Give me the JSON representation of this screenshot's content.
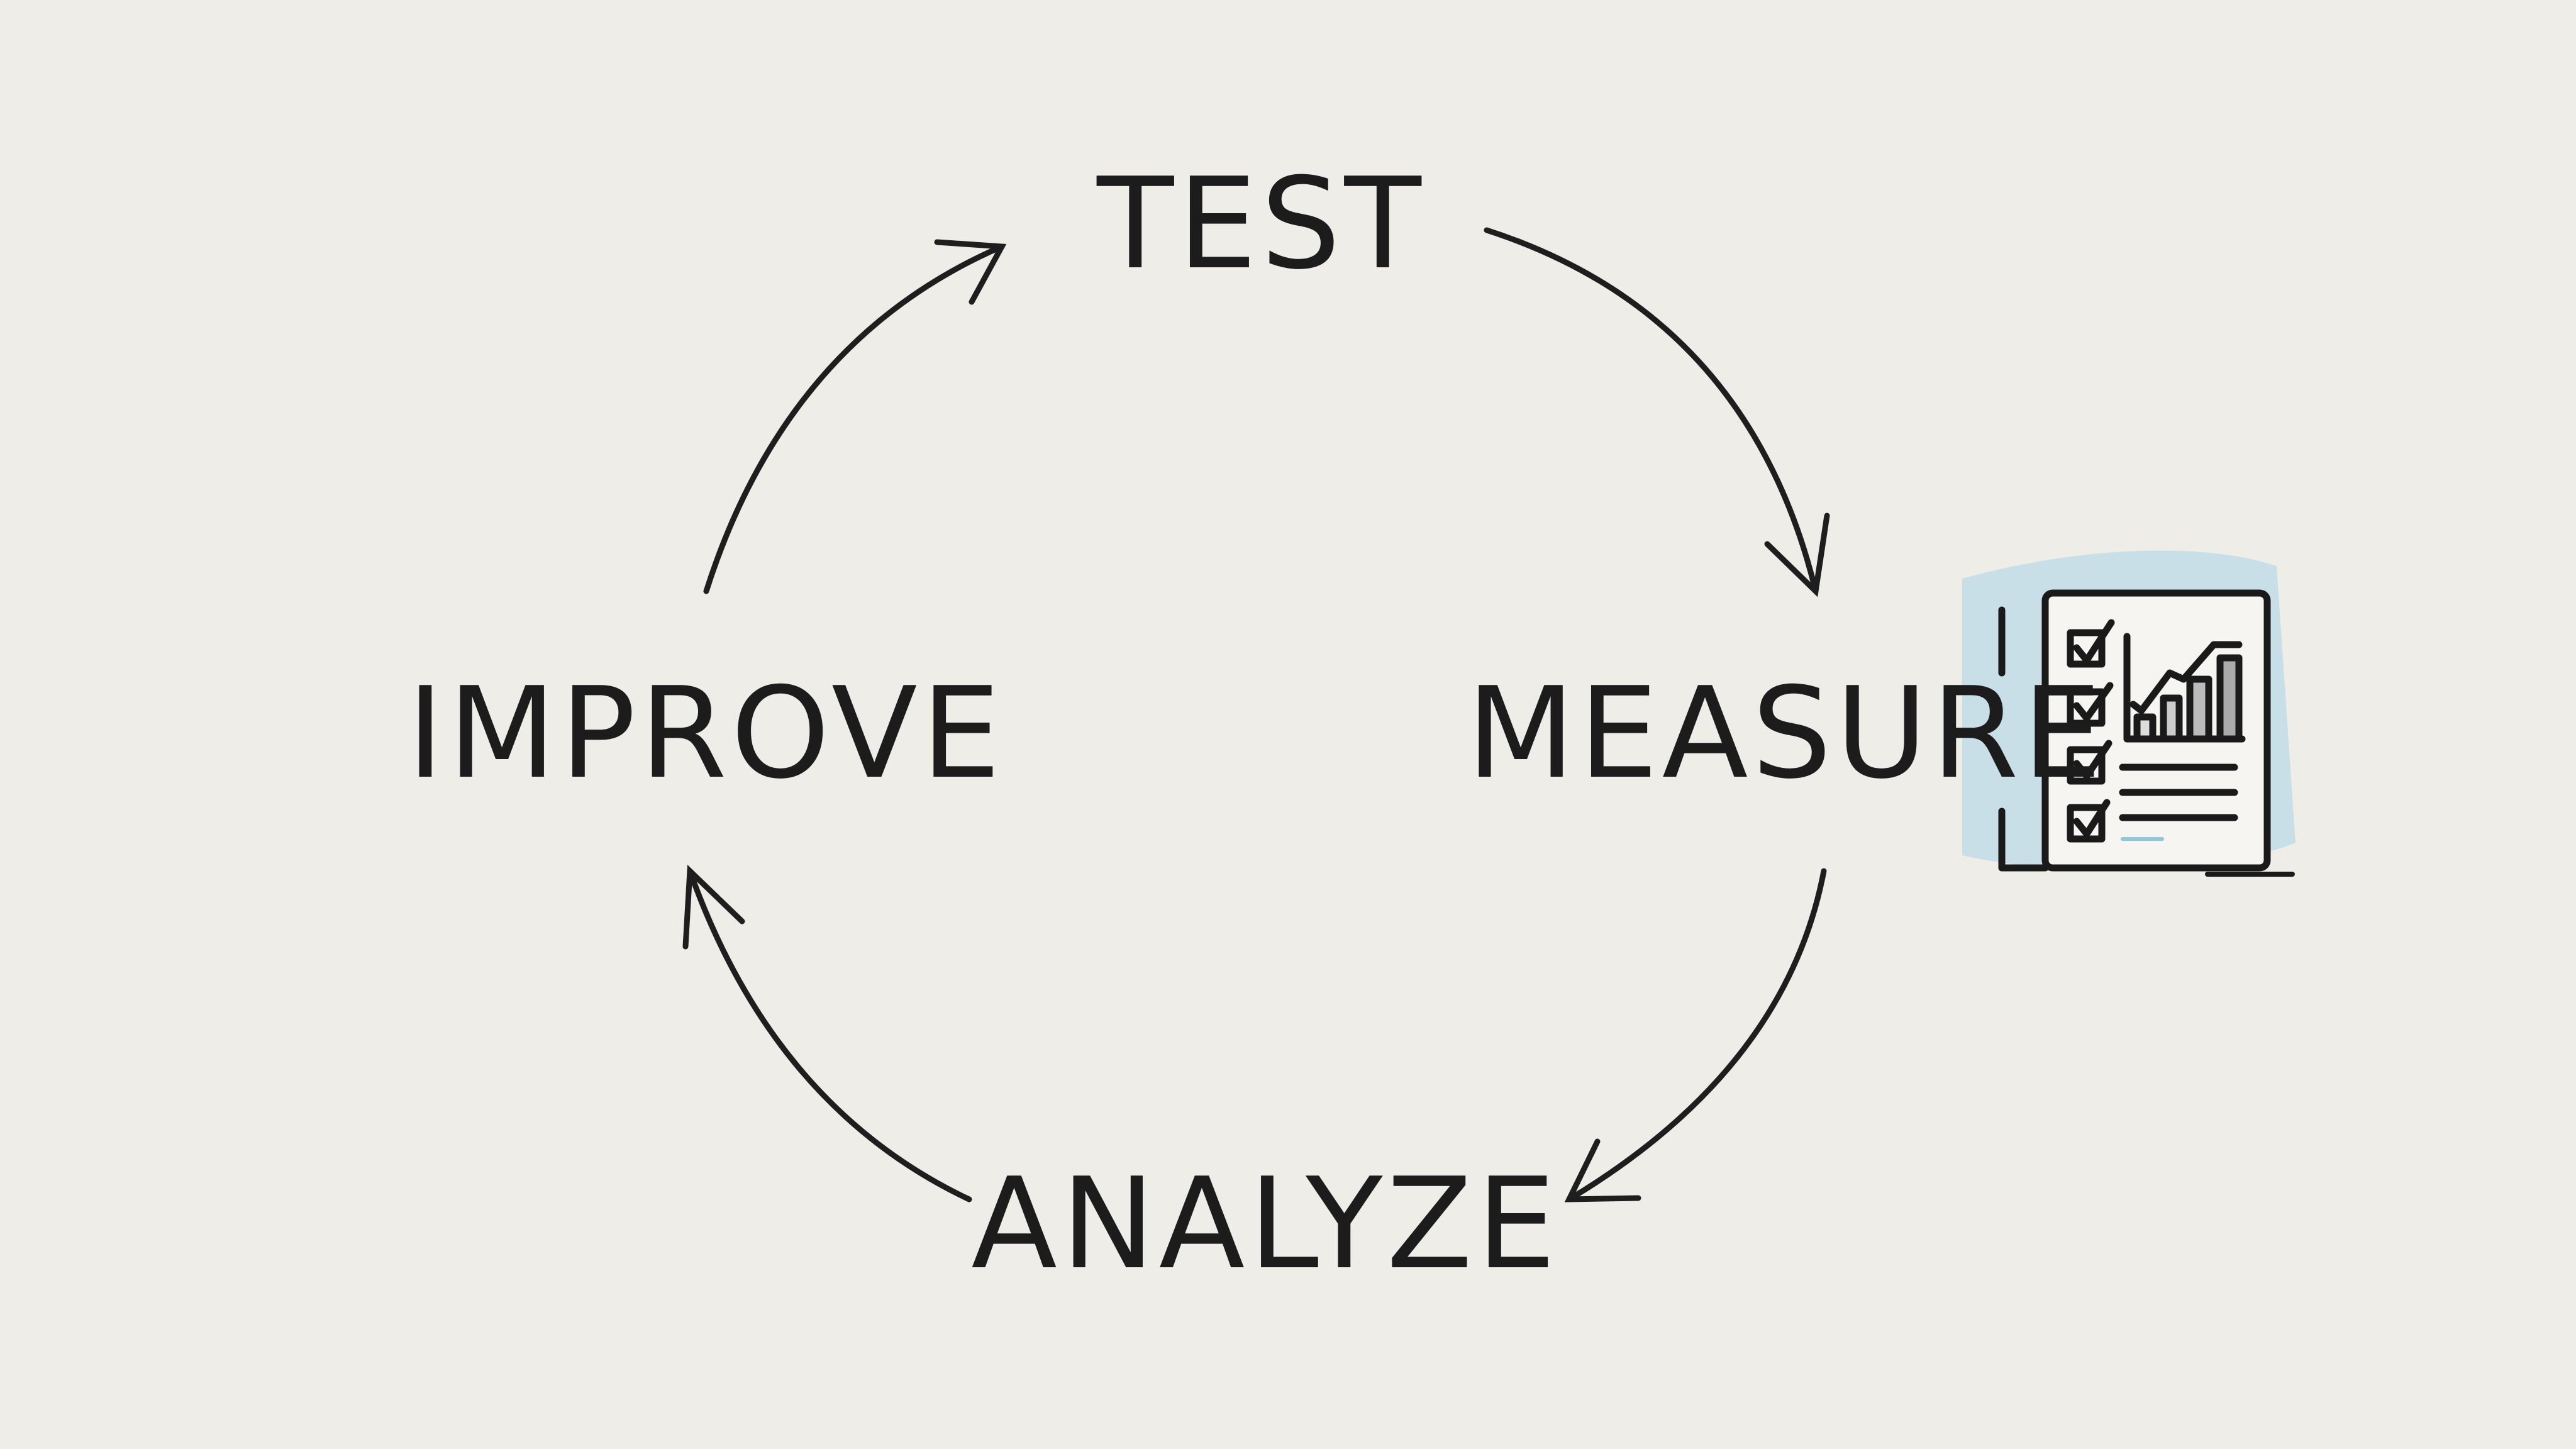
{
  "diagram": {
    "type": "cycle",
    "steps": [
      {
        "label": "TEST"
      },
      {
        "label": "MEASURE"
      },
      {
        "label": "ANALYZE"
      },
      {
        "label": "IMPROVE"
      }
    ],
    "flow": "clockwise",
    "icons": [
      "clipboard-report-icon"
    ],
    "colors": {
      "background": "#efede8",
      "ink": "#1c1c1c",
      "accent": "#8fc6e0"
    }
  }
}
